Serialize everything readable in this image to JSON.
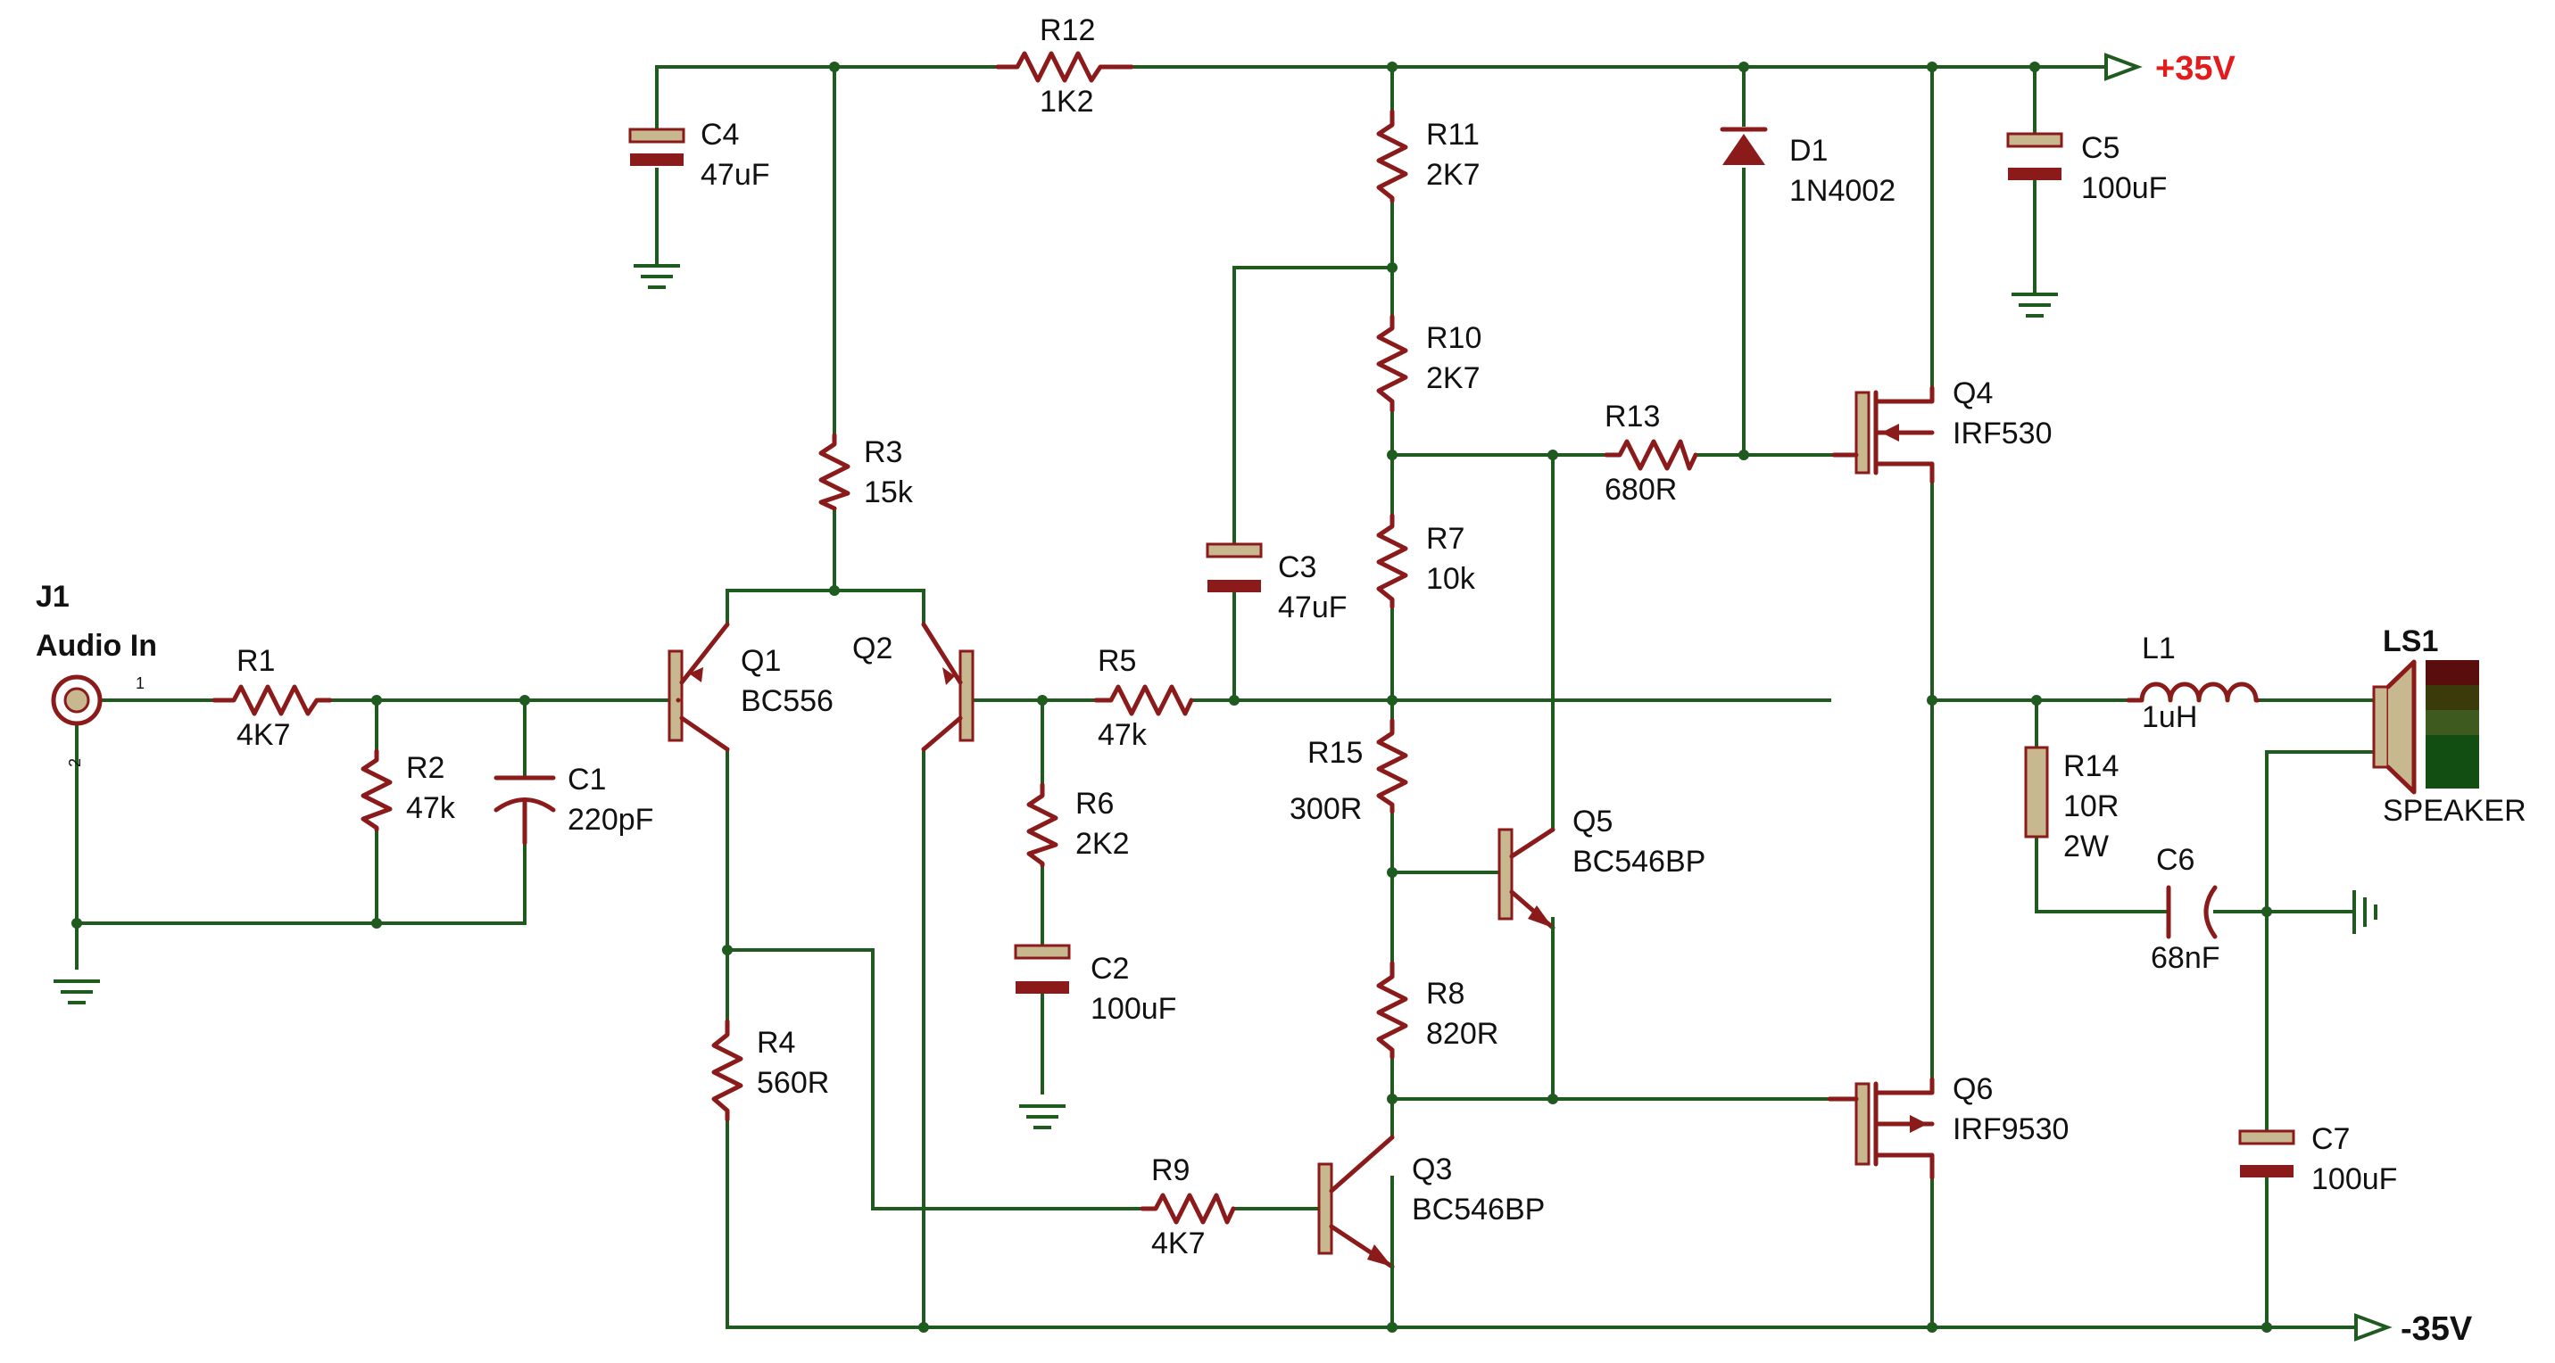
{
  "supply": {
    "positive": "+35V",
    "negative": "-35V"
  },
  "J1": {
    "ref": "J1",
    "name": "Audio In",
    "pin1": "1",
    "pin2": "2"
  },
  "R1": {
    "ref": "R1",
    "value": "4K7"
  },
  "R2": {
    "ref": "R2",
    "value": "47k"
  },
  "C1": {
    "ref": "C1",
    "value": "220pF"
  },
  "C4": {
    "ref": "C4",
    "value": "47uF"
  },
  "R12": {
    "ref": "R12",
    "value": "1K2"
  },
  "R3": {
    "ref": "R3",
    "value": "15k"
  },
  "Q1": {
    "ref": "Q1",
    "value": "BC556"
  },
  "Q2": {
    "ref": "Q2"
  },
  "R4": {
    "ref": "R4",
    "value": "560R"
  },
  "R5": {
    "ref": "R5",
    "value": "47k"
  },
  "R6": {
    "ref": "R6",
    "value": "2K2"
  },
  "C2": {
    "ref": "C2",
    "value": "100uF"
  },
  "C3": {
    "ref": "C3",
    "value": "47uF"
  },
  "R9": {
    "ref": "R9",
    "value": "4K7"
  },
  "Q3": {
    "ref": "Q3",
    "value": "BC546BP"
  },
  "R11": {
    "ref": "R11",
    "value": "2K7"
  },
  "R10": {
    "ref": "R10",
    "value": "2K7"
  },
  "R7": {
    "ref": "R7",
    "value": "10k"
  },
  "R15": {
    "ref": "R15",
    "value": "300R"
  },
  "R8": {
    "ref": "R8",
    "value": "820R"
  },
  "Q5": {
    "ref": "Q5",
    "value": "BC546BP"
  },
  "D1": {
    "ref": "D1",
    "value": "1N4002"
  },
  "R13": {
    "ref": "R13",
    "value": "680R"
  },
  "Q4": {
    "ref": "Q4",
    "value": "IRF530"
  },
  "Q6": {
    "ref": "Q6",
    "value": "IRF9530"
  },
  "C5": {
    "ref": "C5",
    "value": "100uF"
  },
  "L1": {
    "ref": "L1",
    "value": "1uH"
  },
  "R14": {
    "ref": "R14",
    "value": "10R",
    "power": "2W"
  },
  "C6": {
    "ref": "C6",
    "value": "68nF"
  },
  "C7": {
    "ref": "C7",
    "value": "100uF"
  },
  "LS1": {
    "ref": "LS1",
    "value": "SPEAKER"
  }
}
